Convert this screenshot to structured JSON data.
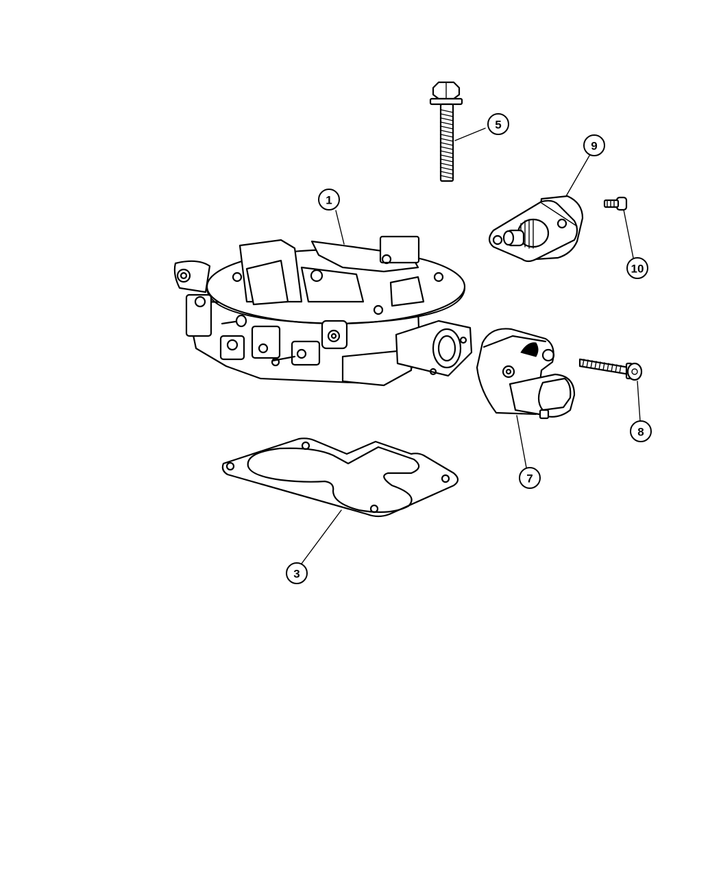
{
  "callouts": {
    "c1": "1",
    "c3": "3",
    "c5": "5",
    "c7": "7",
    "c8": "8",
    "c9": "9",
    "c10": "10"
  }
}
